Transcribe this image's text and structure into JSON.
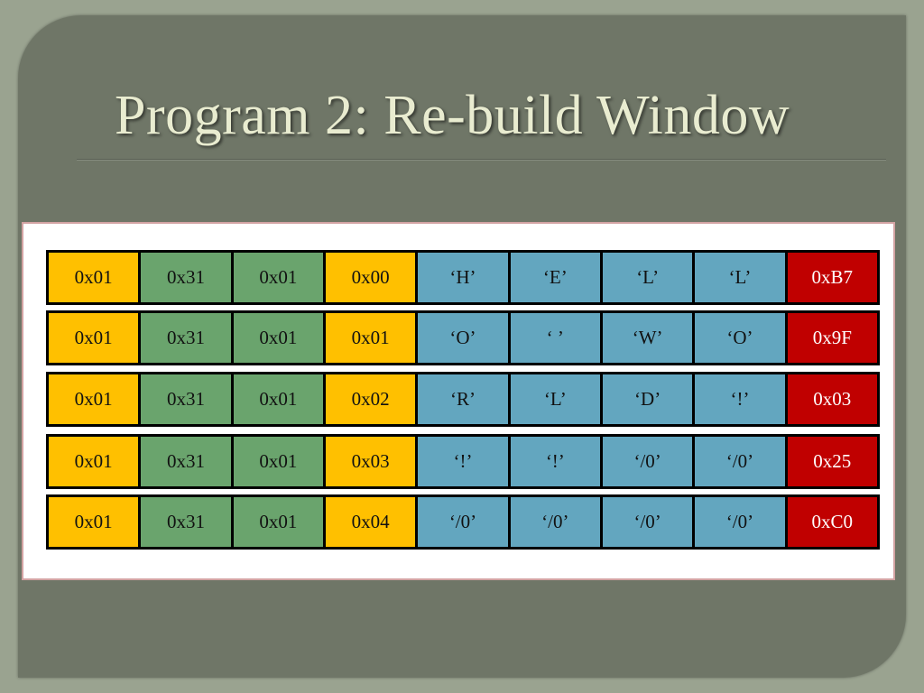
{
  "slide": {
    "title": "Program 2: Re-build Window"
  },
  "colors": {
    "background": "#9aa390",
    "slide_background": "#6f7667",
    "title_text": "#e9ecd0",
    "header_cell": "#ffc000",
    "id_cell": "#6aa46d",
    "payload_cell": "#63a6bf",
    "checksum_cell": "#c00000"
  },
  "cell_type_order": [
    "yellow",
    "green",
    "green",
    "yellow",
    "blue",
    "blue",
    "blue",
    "blue",
    "red"
  ],
  "packets": [
    {
      "cells": [
        "0x01",
        "0x31",
        "0x01",
        "0x00",
        "‘H’",
        "‘E’",
        "‘L’",
        "‘L’",
        "0xB7"
      ]
    },
    {
      "cells": [
        "0x01",
        "0x31",
        "0x01",
        "0x01",
        "‘O’",
        "‘ ’",
        "‘W’",
        "‘O’",
        "0x9F"
      ]
    },
    {
      "cells": [
        "0x01",
        "0x31",
        "0x01",
        "0x02",
        "‘R’",
        "‘L’",
        "‘D’",
        "‘!’",
        "0x03"
      ]
    },
    {
      "cells": [
        "0x01",
        "0x31",
        "0x01",
        "0x03",
        "‘!’",
        "‘!’",
        "‘/0’",
        "‘/0’",
        "0x25"
      ]
    },
    {
      "cells": [
        "0x01",
        "0x31",
        "0x01",
        "0x04",
        "‘/0’",
        "‘/0’",
        "‘/0’",
        "‘/0’",
        "0xC0"
      ]
    }
  ]
}
